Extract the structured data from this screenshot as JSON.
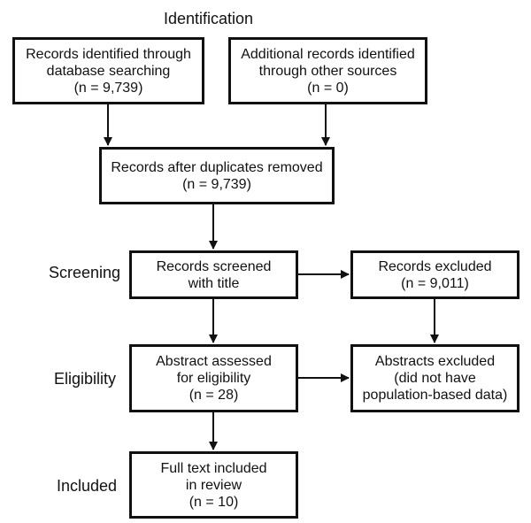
{
  "stages": {
    "identification": "Identification",
    "screening": "Screening",
    "eligibility": "Eligibility",
    "included": "Included"
  },
  "boxes": {
    "database_search": [
      "Records identified through",
      "database searching",
      "(n = 9,739)"
    ],
    "other_sources": [
      "Additional records identified",
      "through other sources",
      "(n = 0)"
    ],
    "duplicates_removed": [
      "Records after duplicates removed",
      "(n = 9,739)"
    ],
    "screened": [
      "Records screened",
      "with title"
    ],
    "excluded": [
      "Records excluded",
      "(n = 9,011)"
    ],
    "abstract_assessed": [
      "Abstract assessed",
      "for eligibility",
      "(n = 28)"
    ],
    "abstracts_excluded": [
      "Abstracts excluded",
      "(did not have",
      "population-based data)"
    ],
    "full_text_included": [
      "Full text included",
      "in review",
      "(n = 10)"
    ]
  }
}
